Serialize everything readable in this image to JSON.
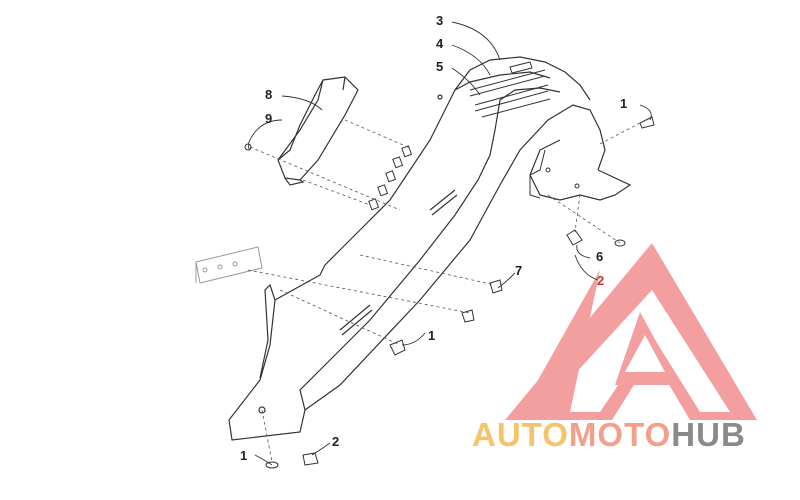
{
  "callouts": {
    "c3": "3",
    "c4": "4",
    "c5": "5",
    "c8": "8",
    "c9": "9",
    "c1_top": "1",
    "c6": "6",
    "c2_right": "2",
    "c7": "7",
    "c1_mid": "1",
    "c1_bottom": "1",
    "c2_bottom": "2"
  },
  "watermark": {
    "part_auto": "AUTO",
    "part_moto": "MOTO",
    "part_hub": "HUB",
    "color_auto": "#f5c36a",
    "color_moto": "#f2a08c",
    "color_hub": "#8a8a8a",
    "logo_color": "#f08080"
  },
  "colors": {
    "line": "#333333",
    "light_line": "#888888",
    "callout_red": "#c0392b"
  }
}
